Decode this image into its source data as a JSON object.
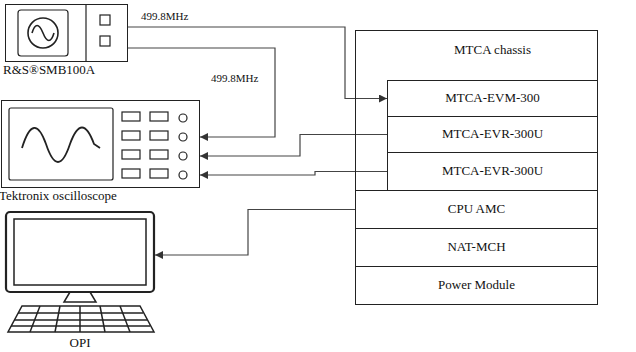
{
  "diagram": {
    "nodes": [
      {
        "text": [
          "R&S®SMB100A"
        ]
      },
      {
        "text": [
          "Tektronix oscilloscope"
        ]
      },
      {
        "text": [
          "OPI"
        ]
      },
      {
        "text": [
          "MTCA chassis"
        ]
      },
      {
        "text": [
          "MTCA-EVM-300"
        ],
        "in": 3
      },
      {
        "text": [
          "MTCA-EVR-300U"
        ],
        "in": 3
      },
      {
        "text": [
          "MTCA-EVR-300U"
        ],
        "in": 3
      },
      {
        "text": [
          "CPU AMC"
        ],
        "in": 3
      },
      {
        "text": [
          "NAT-MCH"
        ],
        "in": 3
      },
      {
        "text": [
          "Power Module"
        ],
        "in": 3
      }
    ],
    "edges": [
      {
        "from": 0,
        "to": 4,
        "arrow": "to",
        "label": "499.8MHz"
      },
      {
        "from": 0,
        "to": 1,
        "arrow": "to",
        "label": "499.8MHz"
      },
      {
        "from": 5,
        "to": 1,
        "arrow": "to"
      },
      {
        "from": 6,
        "to": 1,
        "arrow": "to"
      },
      {
        "from": 7,
        "to": 2,
        "arrow": "to"
      }
    ]
  }
}
